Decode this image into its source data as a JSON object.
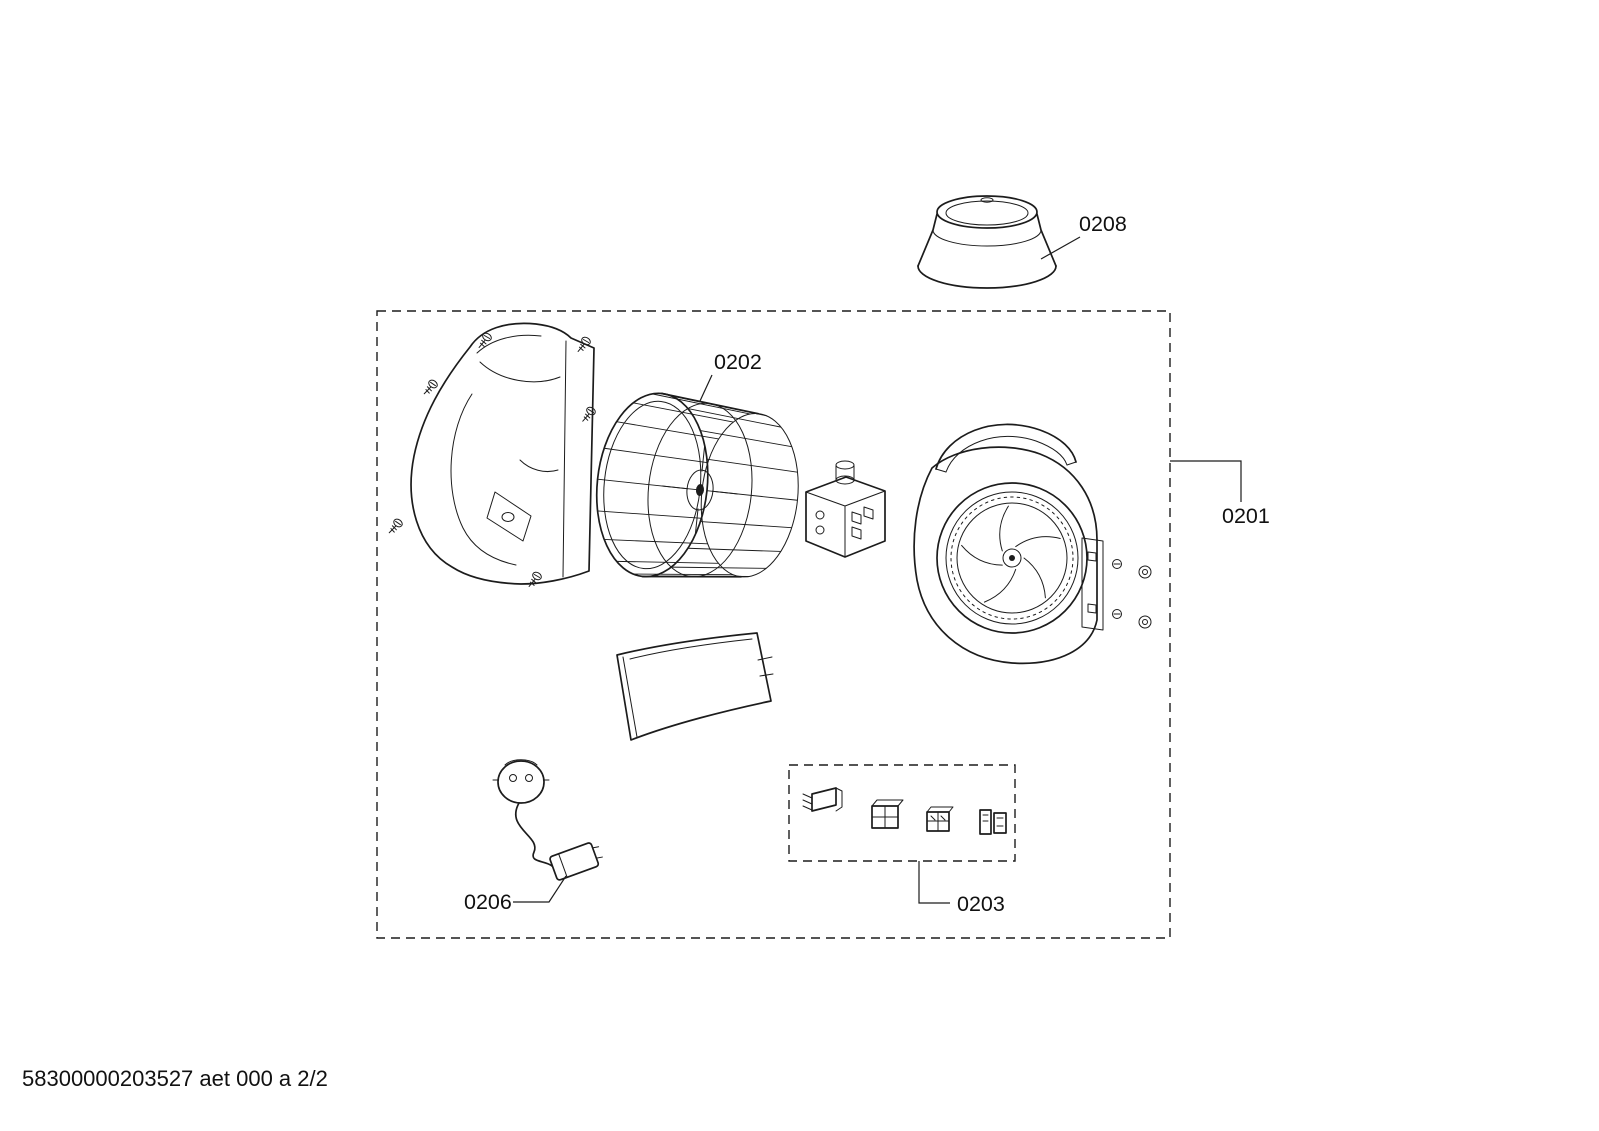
{
  "doc": {
    "footer_text": "58300000203527 aet 000 a 2/2"
  },
  "callouts": {
    "assembly_group": "0201",
    "fan_wheel": "0202",
    "connector_kit": "0203",
    "power_cord": "0206",
    "duct_adapter": "0208"
  },
  "colors": {
    "ink": "#1c1c1c",
    "background": "#ffffff"
  }
}
